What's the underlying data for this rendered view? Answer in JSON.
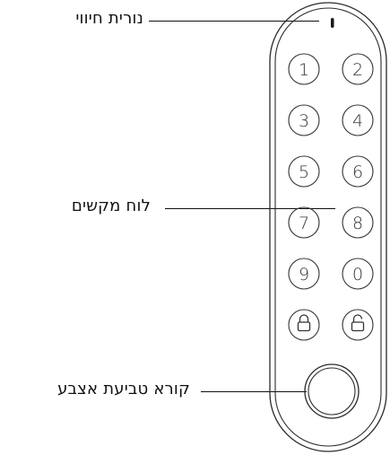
{
  "labels": {
    "indicator_light": "נורית חיווי",
    "keypad": "לוח מקשים",
    "fingerprint_reader": "קורא טביעת אצבע"
  },
  "keypad": {
    "keys": [
      "1",
      "2",
      "3",
      "4",
      "5",
      "6",
      "7",
      "8",
      "9",
      "0"
    ],
    "lock_key_icon": "lock-icon",
    "unlock_key_icon": "unlock-icon"
  },
  "colors": {
    "outline": "#2a2a2a",
    "text": "#111111"
  }
}
